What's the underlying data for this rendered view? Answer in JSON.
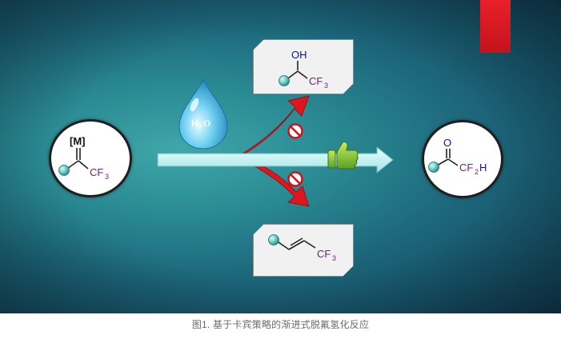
{
  "caption": "图1. 基于卡宾策略的渐进式脱氟氢化反应",
  "colors": {
    "background": "#1c6479",
    "red_arrow": "#e0161e",
    "main_arrow": "#c9f2f1",
    "formula_purple": "#7a1a8a",
    "formula_blue": "#12128c",
    "aryl_ball": "#6fcfc9"
  },
  "water_drop": {
    "label_H": "H",
    "label_sub": "2",
    "label_O": "O"
  },
  "substrate": {
    "metal": "[M]",
    "group": "CF",
    "sub": "3"
  },
  "product": {
    "carbonyl_O": "O",
    "group": "CF",
    "sub": "2",
    "suffix": "H"
  },
  "side_product_alcohol": {
    "OH": "OH",
    "group": "CF",
    "sub": "3"
  },
  "side_product_alkene": {
    "group": "CF",
    "sub": "3"
  },
  "icons": [
    "water-drop-icon",
    "no-symbol-icon",
    "thumbs-up-icon",
    "aryl-ball-icon"
  ]
}
